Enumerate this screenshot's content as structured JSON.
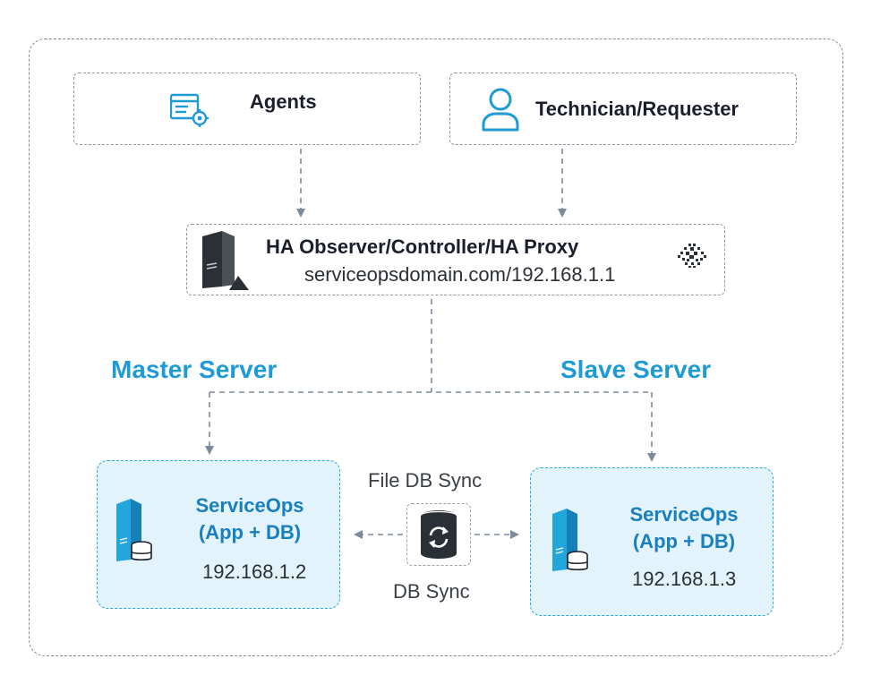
{
  "agents": {
    "label": "Agents",
    "icon": "agents-settings-icon"
  },
  "technician": {
    "label": "Technician/Requester",
    "icon": "user-icon"
  },
  "proxy": {
    "title": "HA Observer/Controller/HA Proxy",
    "address": "serviceopsdomain.com/192.168.1.1",
    "icon": "server-tower-icon",
    "badge_icon": "globe-pattern-icon"
  },
  "master": {
    "heading": "Master Server",
    "name_line1": "ServiceOps",
    "name_line2": "(App + DB)",
    "ip": "192.168.1.2",
    "icon": "server-database-icon"
  },
  "slave": {
    "heading": "Slave Server",
    "name_line1": "ServiceOps",
    "name_line2": "(App + DB)",
    "ip": "192.168.1.3",
    "icon": "server-database-icon"
  },
  "sync": {
    "top_label": "File DB Sync",
    "bottom_label": "DB Sync",
    "icon": "database-sync-icon"
  },
  "colors": {
    "accent_blue": "#1e9ad6",
    "server_fill": "#e3f3fb",
    "server_border": "#2aa9d6",
    "connector": "#7c8a9c"
  }
}
